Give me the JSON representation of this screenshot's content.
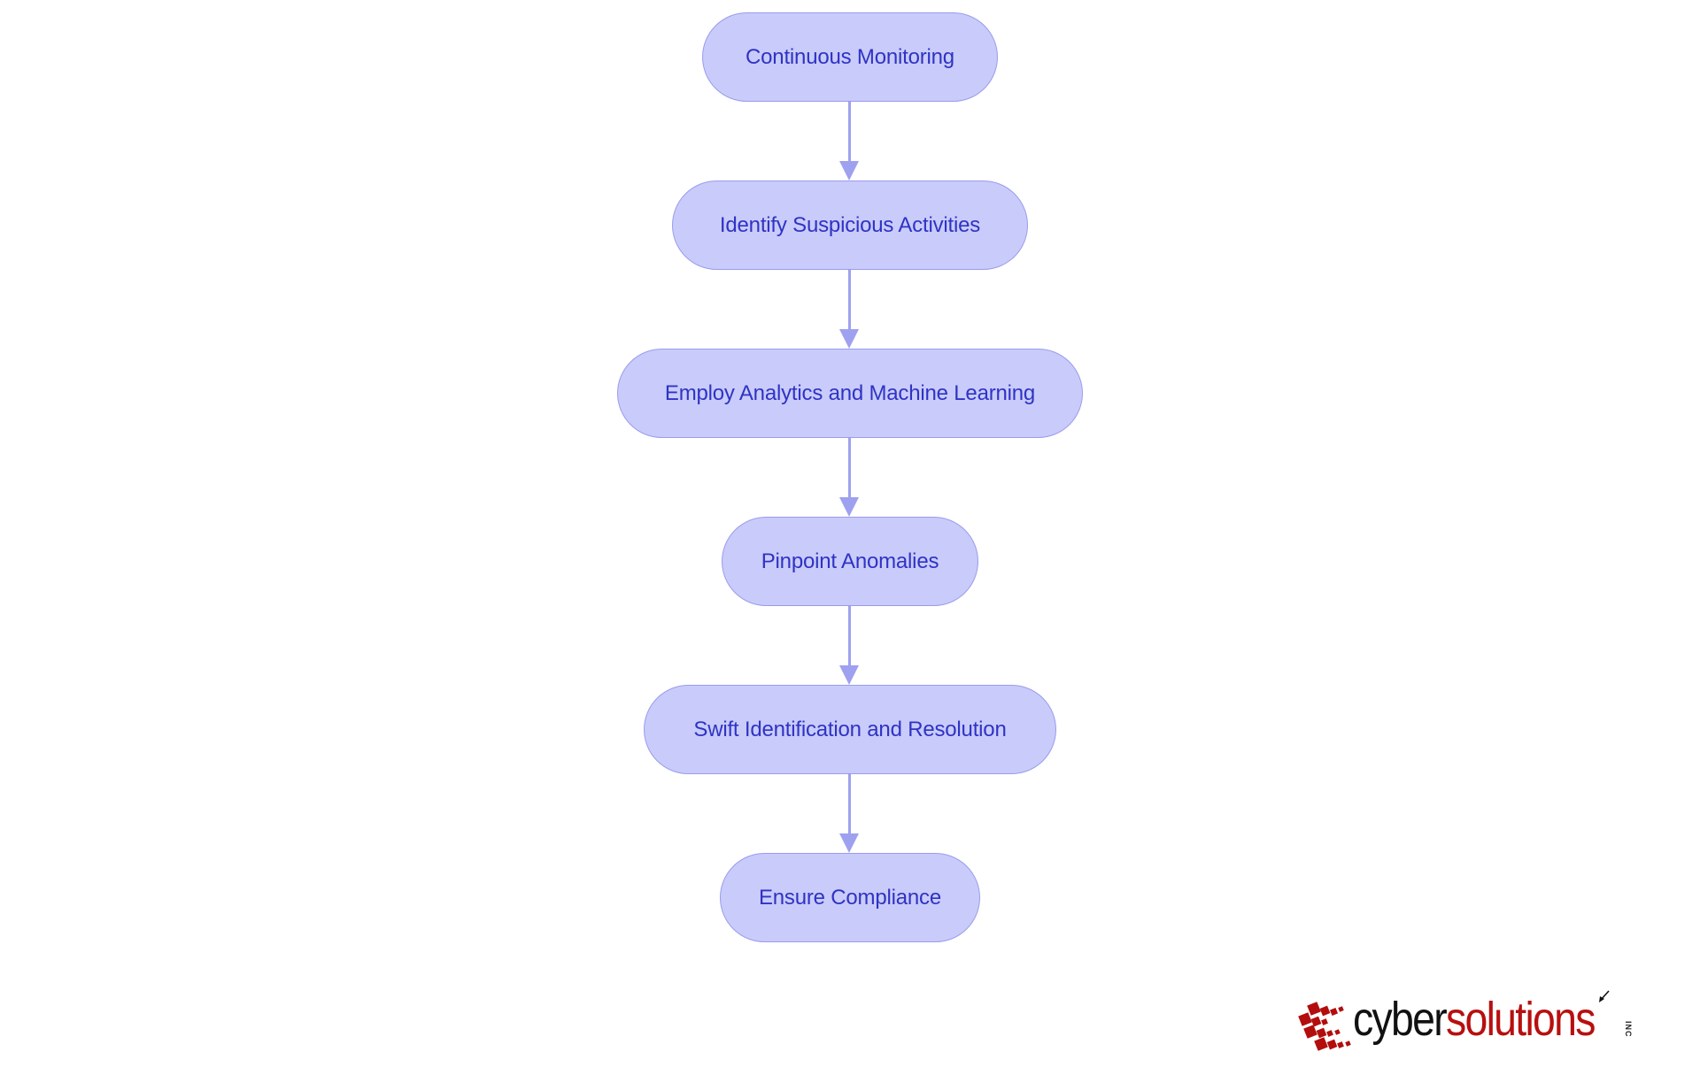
{
  "diagram": {
    "type": "flowchart",
    "direction": "top-to-bottom",
    "colors": {
      "node_fill": "#c9cbfa",
      "node_border": "#9a9ced",
      "node_text": "#2f33c4",
      "edge": "#9ea1ef",
      "background": "#ffffff"
    },
    "nodes": [
      {
        "id": "n1",
        "label": "Continuous Monitoring"
      },
      {
        "id": "n2",
        "label": "Identify Suspicious Activities"
      },
      {
        "id": "n3",
        "label": "Employ Analytics and Machine Learning"
      },
      {
        "id": "n4",
        "label": "Pinpoint Anomalies"
      },
      {
        "id": "n5",
        "label": "Swift Identification and Resolution"
      },
      {
        "id": "n6",
        "label": "Ensure Compliance"
      }
    ],
    "edges": [
      {
        "from": "n1",
        "to": "n2"
      },
      {
        "from": "n2",
        "to": "n3"
      },
      {
        "from": "n3",
        "to": "n4"
      },
      {
        "from": "n4",
        "to": "n5"
      },
      {
        "from": "n5",
        "to": "n6"
      }
    ]
  },
  "logo": {
    "part1": "cyber",
    "part2": "solutions",
    "suffix": "INC",
    "colors": {
      "mark": "#b30d0d",
      "part1": "#111111",
      "part2": "#b80f0f"
    }
  }
}
